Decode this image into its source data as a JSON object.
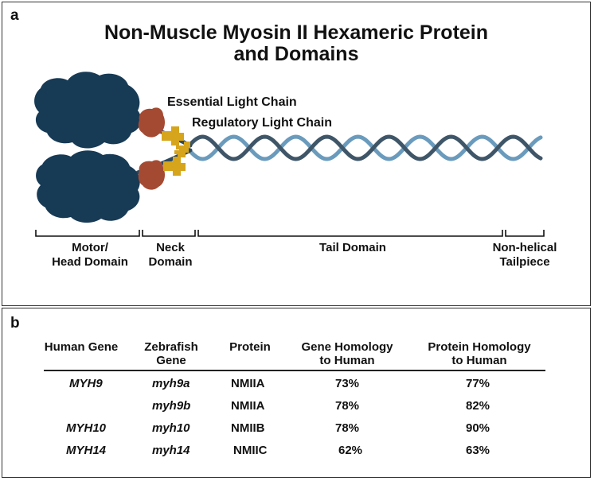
{
  "panel_a": {
    "letter": "a",
    "title_line1": "Non-Muscle Myosin II Hexameric Protein",
    "title_line2": "and Domains",
    "essential_light_chain": "Essential Light Chain",
    "regulatory_light_chain": "Regulatory Light Chain",
    "domains": {
      "motor_line1": "Motor/",
      "motor_line2": "Head Domain",
      "neck_line1": "Neck",
      "neck_line2": "Domain",
      "tail": "Tail Domain",
      "nonhelical_line1": "Non-helical",
      "nonhelical_line2": "Tailpiece"
    },
    "colors": {
      "head": "#173a55",
      "essential_chain": "#a54a32",
      "regulatory_chain": "#d6a51c",
      "tail_dark": "#3f5668",
      "tail_light": "#6a9bbd"
    }
  },
  "panel_b": {
    "letter": "b",
    "headers": {
      "human_gene": "Human Gene",
      "zebrafish_line1": "Zebrafish",
      "zebrafish_line2": "Gene",
      "protein": "Protein",
      "gene_homology_line1": "Gene Homology",
      "gene_homology_line2": "to Human",
      "protein_homology_line1": "Protein Homology",
      "protein_homology_line2": "to Human"
    },
    "rows": [
      {
        "human_gene": "MYH9",
        "zebrafish_gene": "myh9a",
        "protein": "NMIIA",
        "gene_homology": "73%",
        "protein_homology": "77%"
      },
      {
        "human_gene": "",
        "zebrafish_gene": "myh9b",
        "protein": "NMIIA",
        "gene_homology": "78%",
        "protein_homology": "82%"
      },
      {
        "human_gene": "MYH10",
        "zebrafish_gene": "myh10",
        "protein": "NMIIB",
        "gene_homology": "78%",
        "protein_homology": "90%"
      },
      {
        "human_gene": "MYH14",
        "zebrafish_gene": "myh14",
        "protein": "NMIIC",
        "gene_homology": "62%",
        "protein_homology": "63%"
      }
    ]
  }
}
